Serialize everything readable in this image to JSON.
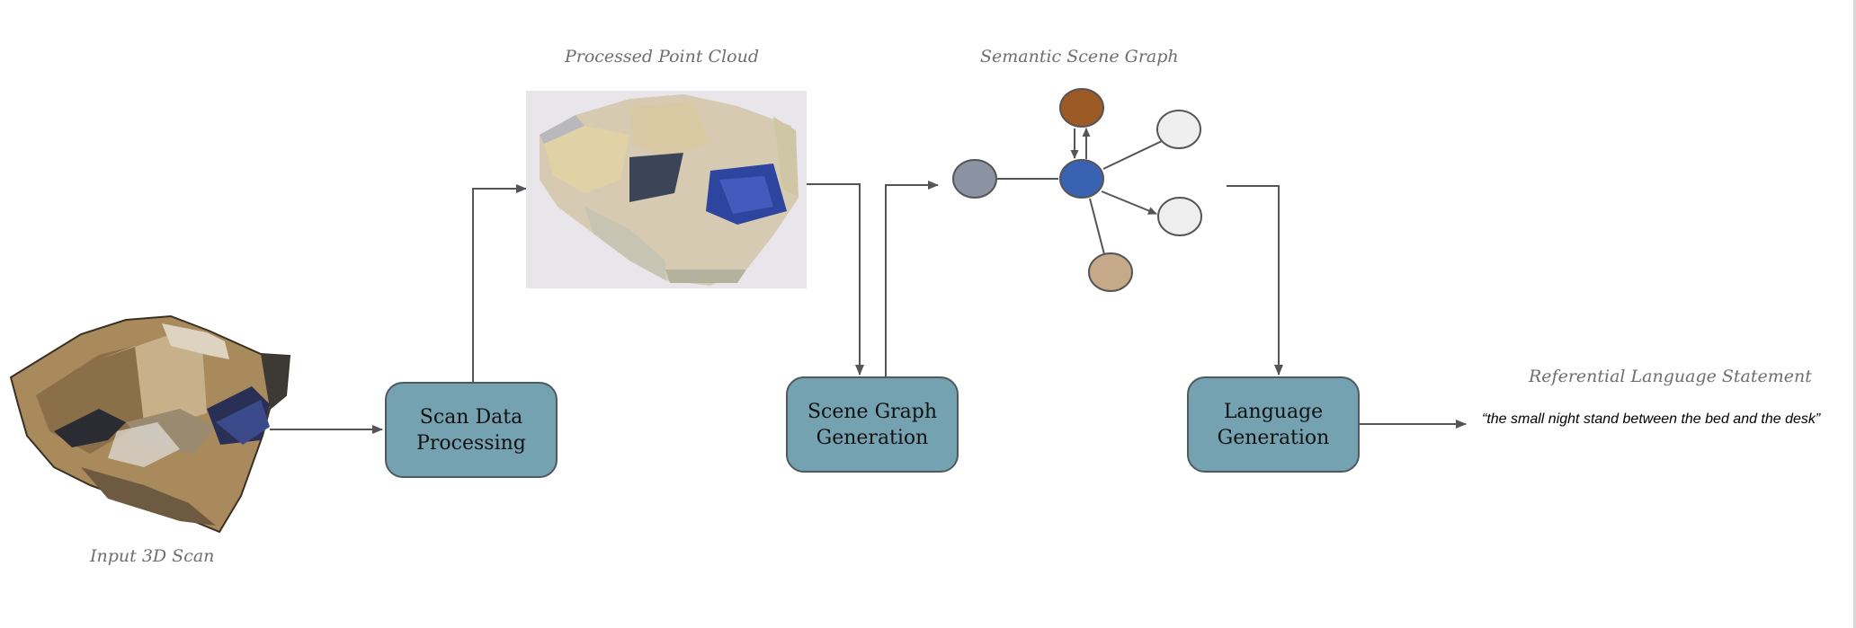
{
  "captions": {
    "input_scan": "Input 3D Scan",
    "point_cloud": "Processed Point Cloud",
    "scene_graph": "Semantic Scene Graph",
    "statement": "Referential Language Statement"
  },
  "boxes": {
    "scan_processing": [
      "Scan Data",
      "Processing"
    ],
    "scene_graph_generation": [
      "Scene Graph",
      "Generation"
    ],
    "language_generation": [
      "Language",
      "Generation"
    ]
  },
  "statement_text": "“the small night stand between the bed and the desk”",
  "colors": {
    "box_fill": "#74a2b1",
    "node_center": "#3a62b3",
    "node_brown": "#9c5a25",
    "node_gray": "#8b93a3",
    "node_tan": "#c5a988",
    "node_white": "#efefef",
    "arrow": "#555555"
  },
  "icons": {
    "input_scan_image": "room-3d-scan-render",
    "point_cloud_image": "room-point-cloud-render"
  }
}
